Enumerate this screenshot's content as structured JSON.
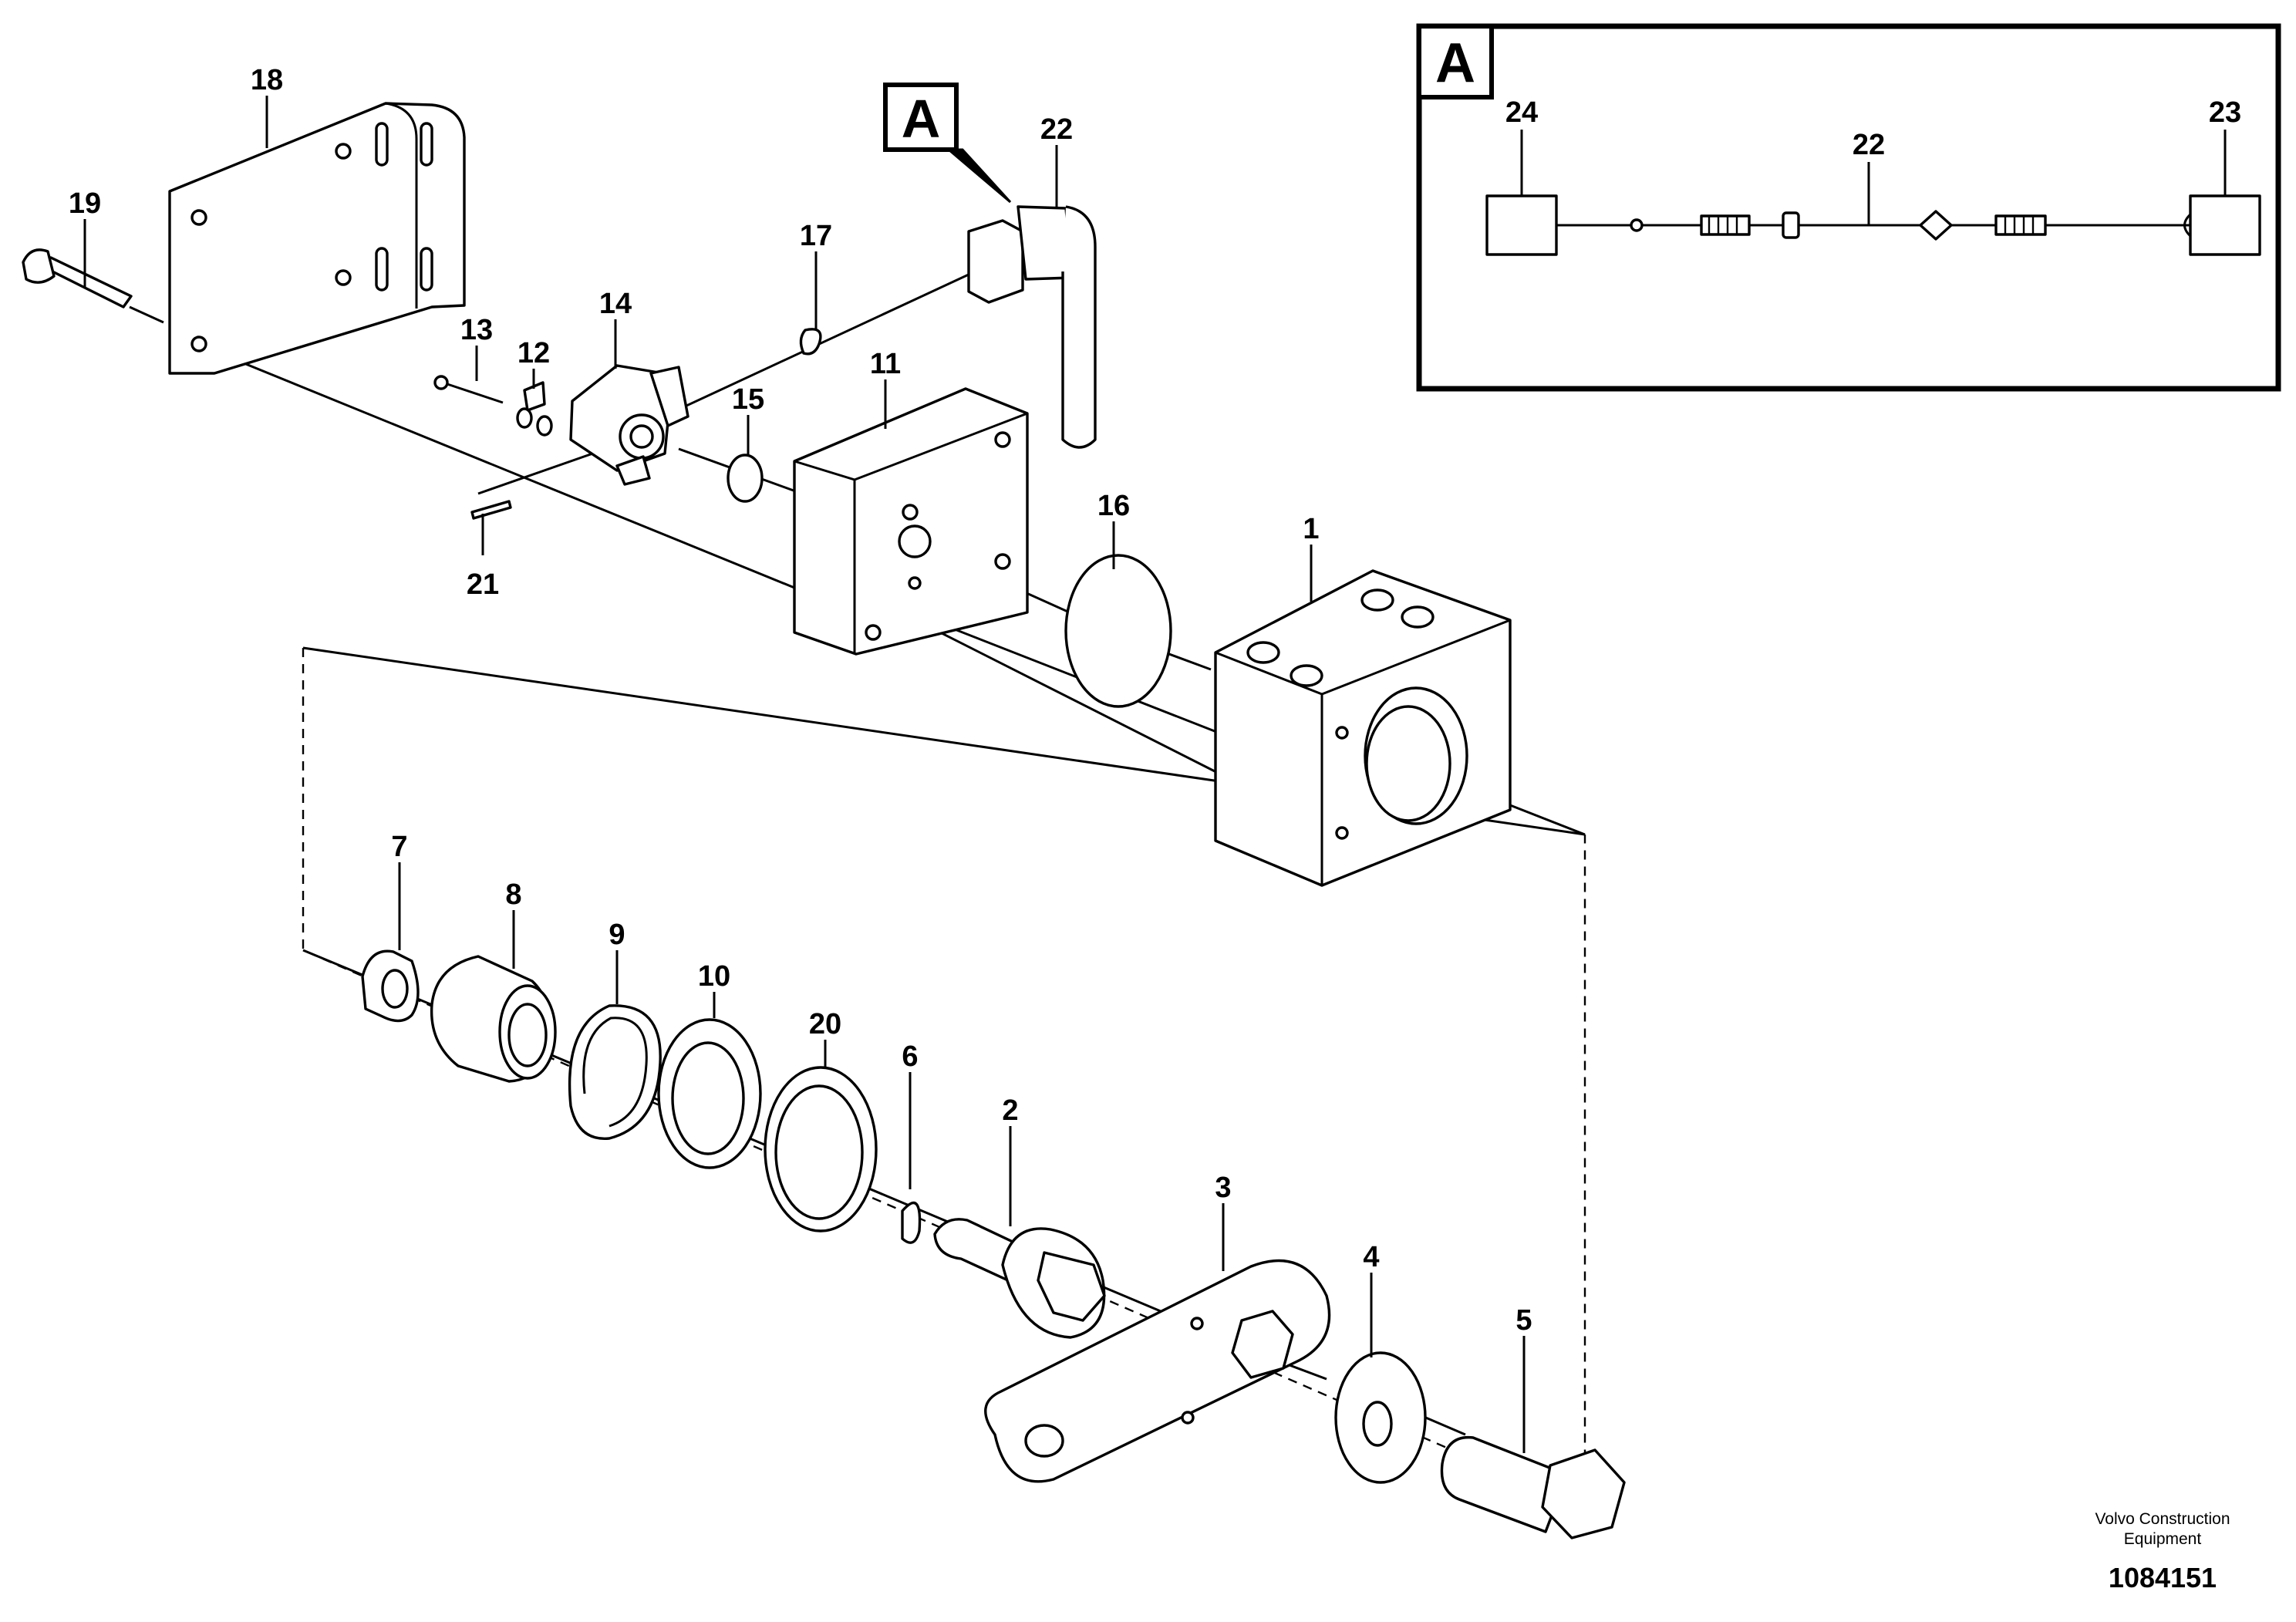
{
  "callouts": {
    "c1": "1",
    "c2": "2",
    "c3": "3",
    "c4": "4",
    "c5": "5",
    "c6": "6",
    "c7": "7",
    "c8": "8",
    "c9": "9",
    "c10": "10",
    "c11": "11",
    "c12": "12",
    "c13": "13",
    "c14": "14",
    "c15": "15",
    "c16": "16",
    "c17": "17",
    "c18": "18",
    "c19": "19",
    "c20": "20",
    "c21": "21",
    "c22": "22"
  },
  "view_marker": "A",
  "detail": {
    "label": "A",
    "c24": "24",
    "c22": "22",
    "c23": "23"
  },
  "footer": {
    "company_line1": "Volvo Construction",
    "company_line2": "Equipment",
    "drawing_number": "1084151"
  }
}
